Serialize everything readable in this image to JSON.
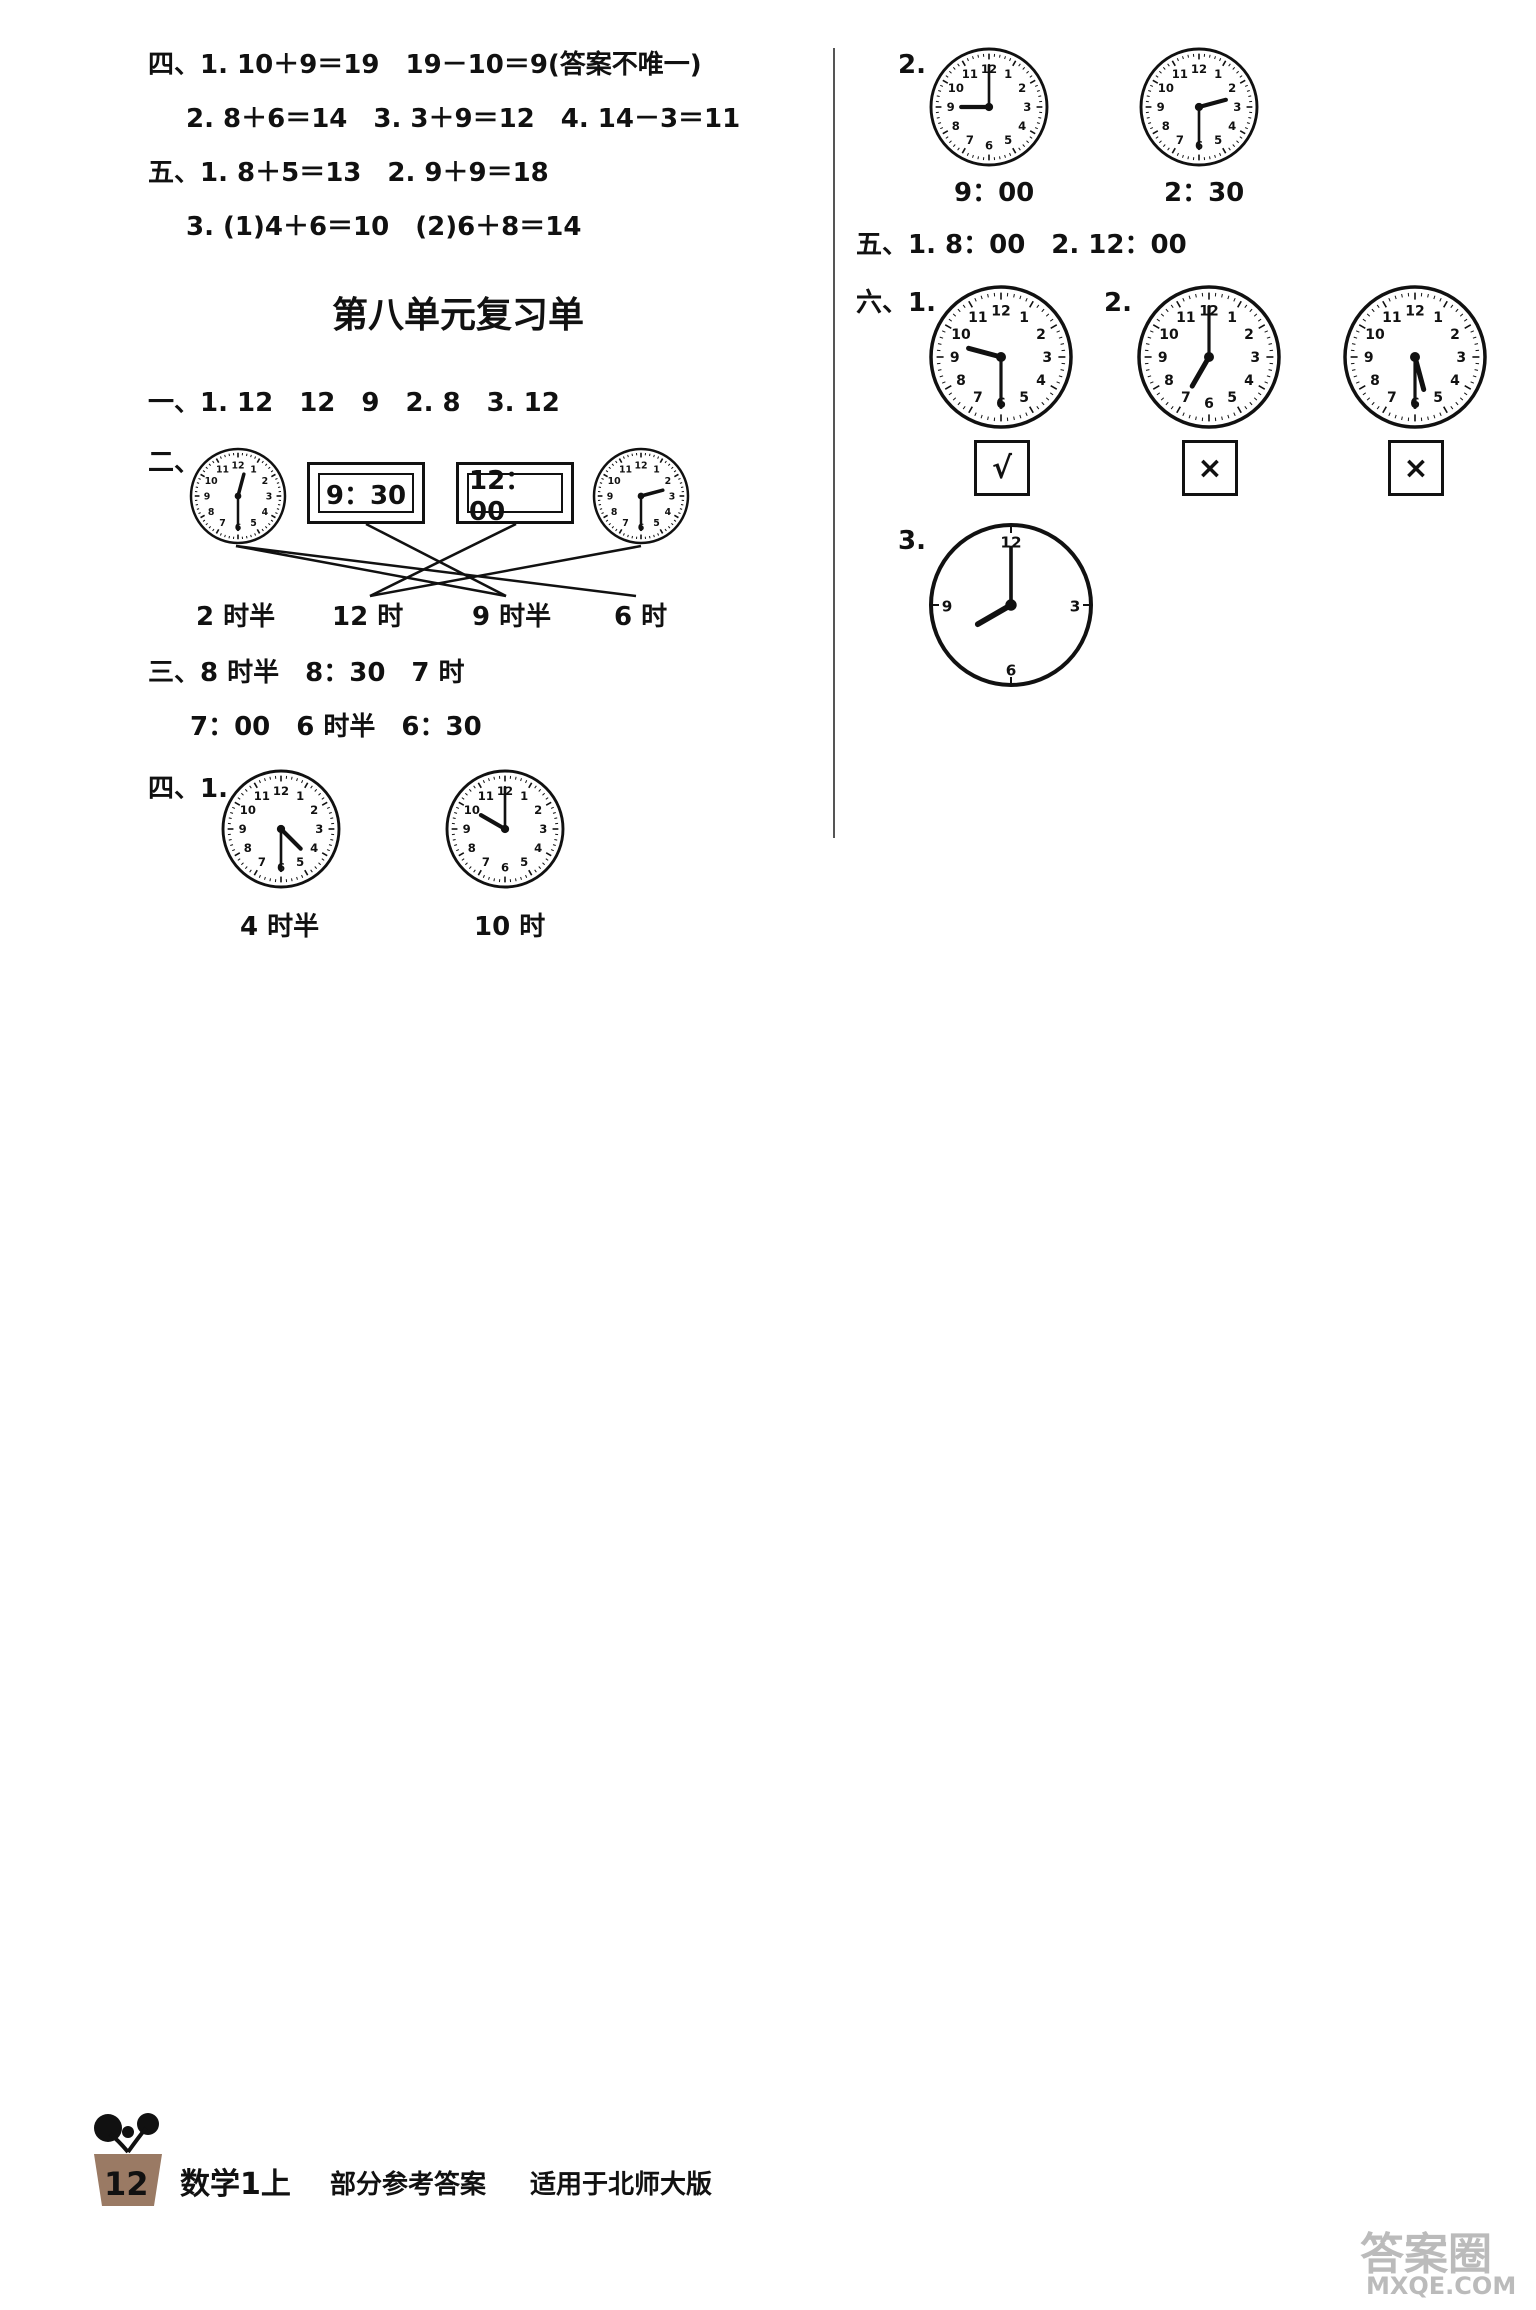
{
  "left": {
    "si1": "四、1. 10＋9＝19　19－10＝9(答案不唯一)",
    "si2": "2. 8＋6＝14　3. 3＋9＝12　4. 14－3＝11",
    "wu1": "五、1. 8＋5＝13　2. 9＋9＝18",
    "wu2": "3. (1)4＋6＝10　(2)6＋8＝14",
    "unit_title": "第八单元复习单",
    "yi": "一、1. 12　12　9　2. 8　3. 12",
    "er_label": "二、",
    "digital1": "9：30",
    "digital2": "12：00",
    "match_labels": [
      "2 时半",
      "12 时",
      "9 时半",
      "6 时"
    ],
    "san1": "三、8 时半　8：30　7 时",
    "san2": "7：00　6 时半　6：30",
    "si_label": "四、1.",
    "si_clock_labels": [
      "4 时半",
      "10 时"
    ]
  },
  "right": {
    "q2_label": "2.",
    "q2_clock_labels": [
      "9：00",
      "2：30"
    ],
    "wu": "五、1. 8：00　2. 12：00",
    "liu_label": "六、1.",
    "liu2_label": "2.",
    "marks": [
      "√",
      "×",
      "×"
    ],
    "q3_label": "3."
  },
  "footer": {
    "page_num": "12",
    "subject": "数学1上",
    "section": "部分参考答案",
    "edition": "适用于北师大版"
  },
  "watermark": {
    "main": "答案圈",
    "url": "MXQE.COM"
  }
}
